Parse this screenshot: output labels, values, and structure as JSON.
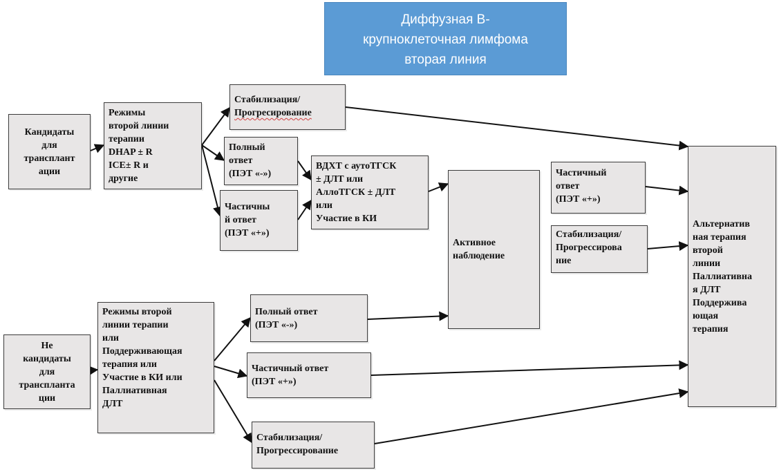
{
  "title": {
    "lines": [
      "Диффузная В-",
      "крупноклеточная лимфома",
      "вторая линия"
    ]
  },
  "nodes": {
    "candidates": {
      "lines": [
        "Кандидаты",
        "для",
        "трансплант",
        "ации"
      ]
    },
    "regimens_top": {
      "lines": [
        "Режимы",
        "второй линии",
        "терапии",
        "DHAP ± R",
        "ICE± R и",
        "другие"
      ]
    },
    "stab_top": {
      "lines": [
        "Стабилизация/",
        "Прогресирование"
      ]
    },
    "full_top": {
      "lines": [
        "Полный",
        "ответ",
        "(ПЭТ «-»)"
      ]
    },
    "partial_top": {
      "lines": [
        "Частичны",
        "й ответ",
        "(ПЭТ «+»)"
      ]
    },
    "hdct": {
      "lines": [
        "ВДХТ с аутоТГСК",
        "± ДЛТ или",
        "АллоТГСК ± ДЛТ",
        "или",
        "Участие в КИ"
      ]
    },
    "observation": {
      "lines": [
        "Активное",
        "наблюдение"
      ]
    },
    "partial_mid": {
      "lines": [
        "Частичный",
        "ответ",
        "(ПЭТ «+»)"
      ]
    },
    "stab_mid": {
      "lines": [
        "Стабилизация/",
        "Прогрессирова",
        "ние"
      ]
    },
    "alternative": {
      "lines": [
        "Альтернатив",
        "ная терапия",
        "второй",
        "линии",
        "Паллиативна",
        "я ДЛТ",
        "Поддержива",
        "ющая",
        "терапия"
      ]
    },
    "non_candidates": {
      "lines": [
        "Не",
        "кандидаты",
        "для",
        "транспланта",
        "ции"
      ]
    },
    "regimens_bottom": {
      "lines": [
        "Режимы второй",
        "линии терапии",
        "или",
        "Поддерживающая",
        "терапия или",
        "Участие в КИ или",
        "Паллиативная",
        "ДЛТ"
      ]
    },
    "full_bottom": {
      "lines": [
        "Полный ответ",
        "(ПЭТ «-»)"
      ]
    },
    "partial_bottom": {
      "lines": [
        "Частичный ответ",
        "(ПЭТ «+»)"
      ]
    },
    "stab_bottom": {
      "lines": [
        "Стабилизация/",
        "Прогрессирование"
      ]
    }
  }
}
